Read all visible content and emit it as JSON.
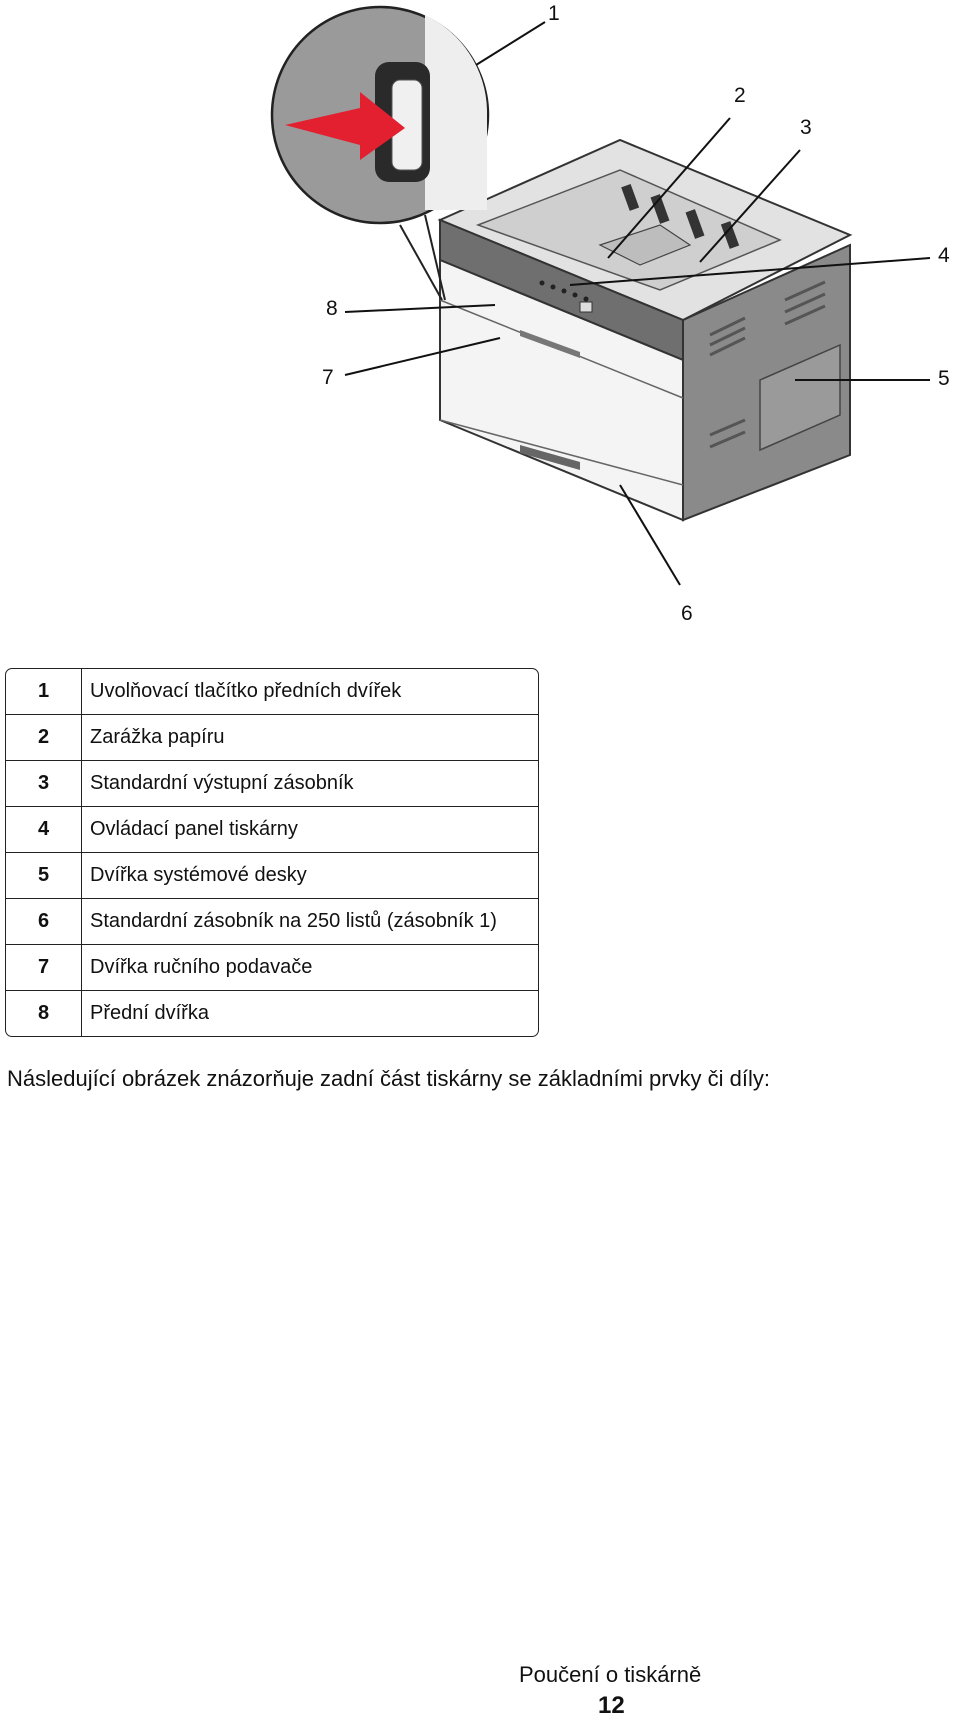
{
  "figure": {
    "callouts": [
      "1",
      "2",
      "3",
      "4",
      "5",
      "6",
      "7",
      "8"
    ]
  },
  "legend": {
    "rows": [
      {
        "num": "1",
        "text": "Uvolňovací tlačítko předních dvířek"
      },
      {
        "num": "2",
        "text": "Zarážka papíru"
      },
      {
        "num": "3",
        "text": "Standardní výstupní zásobník"
      },
      {
        "num": "4",
        "text": "Ovládací panel tiskárny"
      },
      {
        "num": "5",
        "text": "Dvířka systémové desky"
      },
      {
        "num": "6",
        "text": "Standardní zásobník na 250 listů (zásobník 1)"
      },
      {
        "num": "7",
        "text": "Dvířka ručního podavače"
      },
      {
        "num": "8",
        "text": "Přední dvířka"
      }
    ]
  },
  "caption": "Následující obrázek znázorňuje zadní část tiskárny se základními prvky či díly:",
  "footer": {
    "title": "Poučení o tiskárně",
    "page": "12"
  }
}
